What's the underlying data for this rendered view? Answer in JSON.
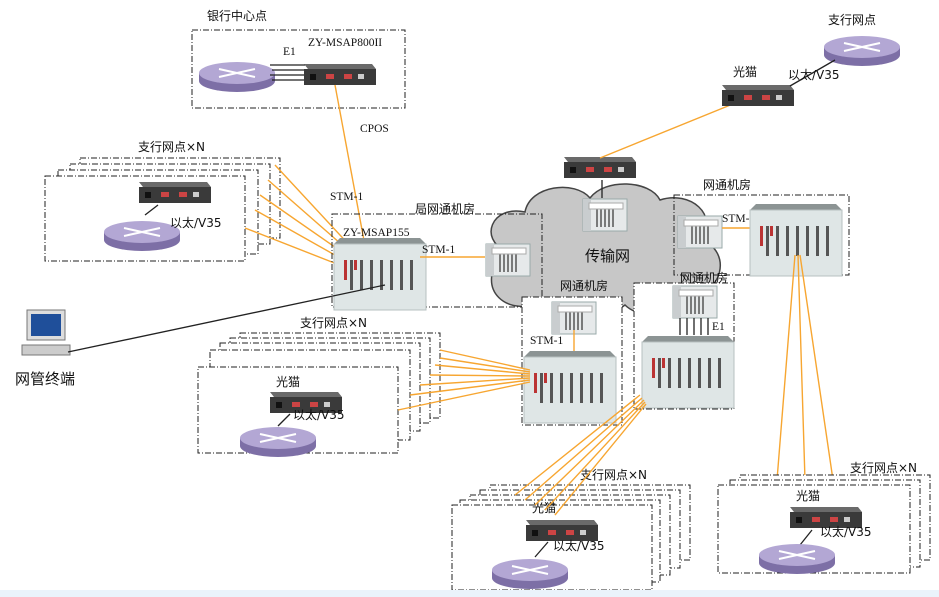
{
  "diagram": {
    "bank_center": {
      "title": "银行中心点",
      "device": "ZY-MSAP800II",
      "link": "E1"
    },
    "cpos_label": "CPOS",
    "stm1_upper": "STM-1",
    "bureau_room": {
      "title": "局网通机房",
      "device": "ZY-MSAP155",
      "link": "STM-1"
    },
    "transport_network": "传输网",
    "netcom_room_right": {
      "title": "网通机房",
      "link": "STM-1"
    },
    "netcom_room_mid": {
      "title": "网通机房",
      "link": "STM-1"
    },
    "netcom_room_e1": {
      "title": "网通机房",
      "link": "E1"
    },
    "nms_terminal": "网管终端",
    "branch_top_left": {
      "title": "支行网点×N",
      "link": "以太/V35"
    },
    "branch_mid_left": {
      "title": "支行网点×N",
      "modem": "光猫",
      "link": "以太/V35"
    },
    "branch_top_right": {
      "title": "支行网点",
      "modem": "光猫",
      "link": "以太/V35"
    },
    "branch_bottom_mid": {
      "title": "支行网点×N",
      "modem": "光猫",
      "link": "以太/V35"
    },
    "branch_bottom_right": {
      "title": "支行网点×N",
      "modem": "光猫",
      "link": "以太/V35"
    },
    "colors": {
      "fiber": "#f7a631",
      "router": "#a99bc8",
      "cloud": "#c8c8c8",
      "rack": "#dfe6e6",
      "modem": "#3a3a3a"
    }
  }
}
